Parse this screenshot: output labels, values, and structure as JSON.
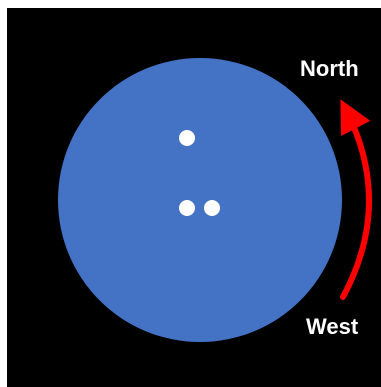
{
  "labels": {
    "top": "North",
    "bottom": "West"
  },
  "colors": {
    "background": "#000000",
    "disk": "#4472C4",
    "dots": "#FFFFFF",
    "arrow": "#FF0000",
    "text": "#FFFFFF"
  },
  "dots_count": 3
}
